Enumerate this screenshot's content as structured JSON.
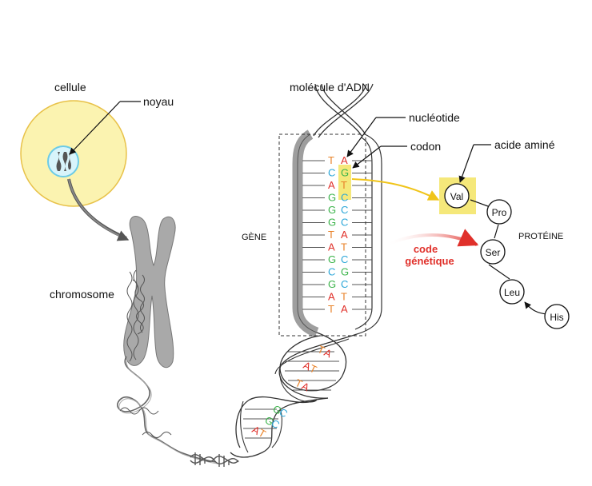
{
  "labels": {
    "cell": "cellule",
    "nucleus": "noyau",
    "chromosome": "chromosome",
    "dna_molecule": "molécule d'ADN",
    "nucleotide": "nucléotide",
    "codon": "codon",
    "amino_acid": "acide aminé",
    "gene": "GÈNE",
    "protein": "PROTÉINE",
    "genetic_code_line1": "code",
    "genetic_code_line2": "génétique"
  },
  "gene_pairs": [
    {
      "left": "T",
      "right": "A"
    },
    {
      "left": "C",
      "right": "G"
    },
    {
      "left": "A",
      "right": "T"
    },
    {
      "left": "G",
      "right": "C"
    },
    {
      "left": "G",
      "right": "C"
    },
    {
      "left": "G",
      "right": "C"
    },
    {
      "left": "T",
      "right": "A"
    },
    {
      "left": "A",
      "right": "T"
    },
    {
      "left": "G",
      "right": "C"
    },
    {
      "left": "C",
      "right": "G"
    },
    {
      "left": "G",
      "right": "C"
    },
    {
      "left": "A",
      "right": "T"
    },
    {
      "left": "T",
      "right": "A"
    }
  ],
  "lower_helix_pairs": [
    {
      "left": "T",
      "right": "A"
    },
    {
      "left": "A",
      "right": "T"
    },
    {
      "left": "T",
      "right": "A"
    }
  ],
  "bottom_helix_pairs": [
    {
      "left": "G",
      "right": "C"
    },
    {
      "left": "G",
      "right": "C"
    },
    {
      "left": "A",
      "right": "T"
    }
  ],
  "amino_acids": [
    "Val",
    "Pro",
    "Ser",
    "Leu",
    "His"
  ],
  "colors": {
    "T": "#e8832a",
    "A": "#e0302a",
    "G": "#3cb44b",
    "C": "#2ba6d8",
    "cell_fill": "#fbf3b0",
    "cell_stroke": "#e8c24a",
    "nucleus_fill": "#d8f4fb",
    "nucleus_stroke": "#6ccbe6",
    "chromosome": "#a9a9a9",
    "dna_gray": "#9e9e9e",
    "highlight": "#f5e87a",
    "yellow_arrow": "#f0c419",
    "red_arrow": "#e0302a",
    "genetic_code_text": "#e0302a"
  }
}
